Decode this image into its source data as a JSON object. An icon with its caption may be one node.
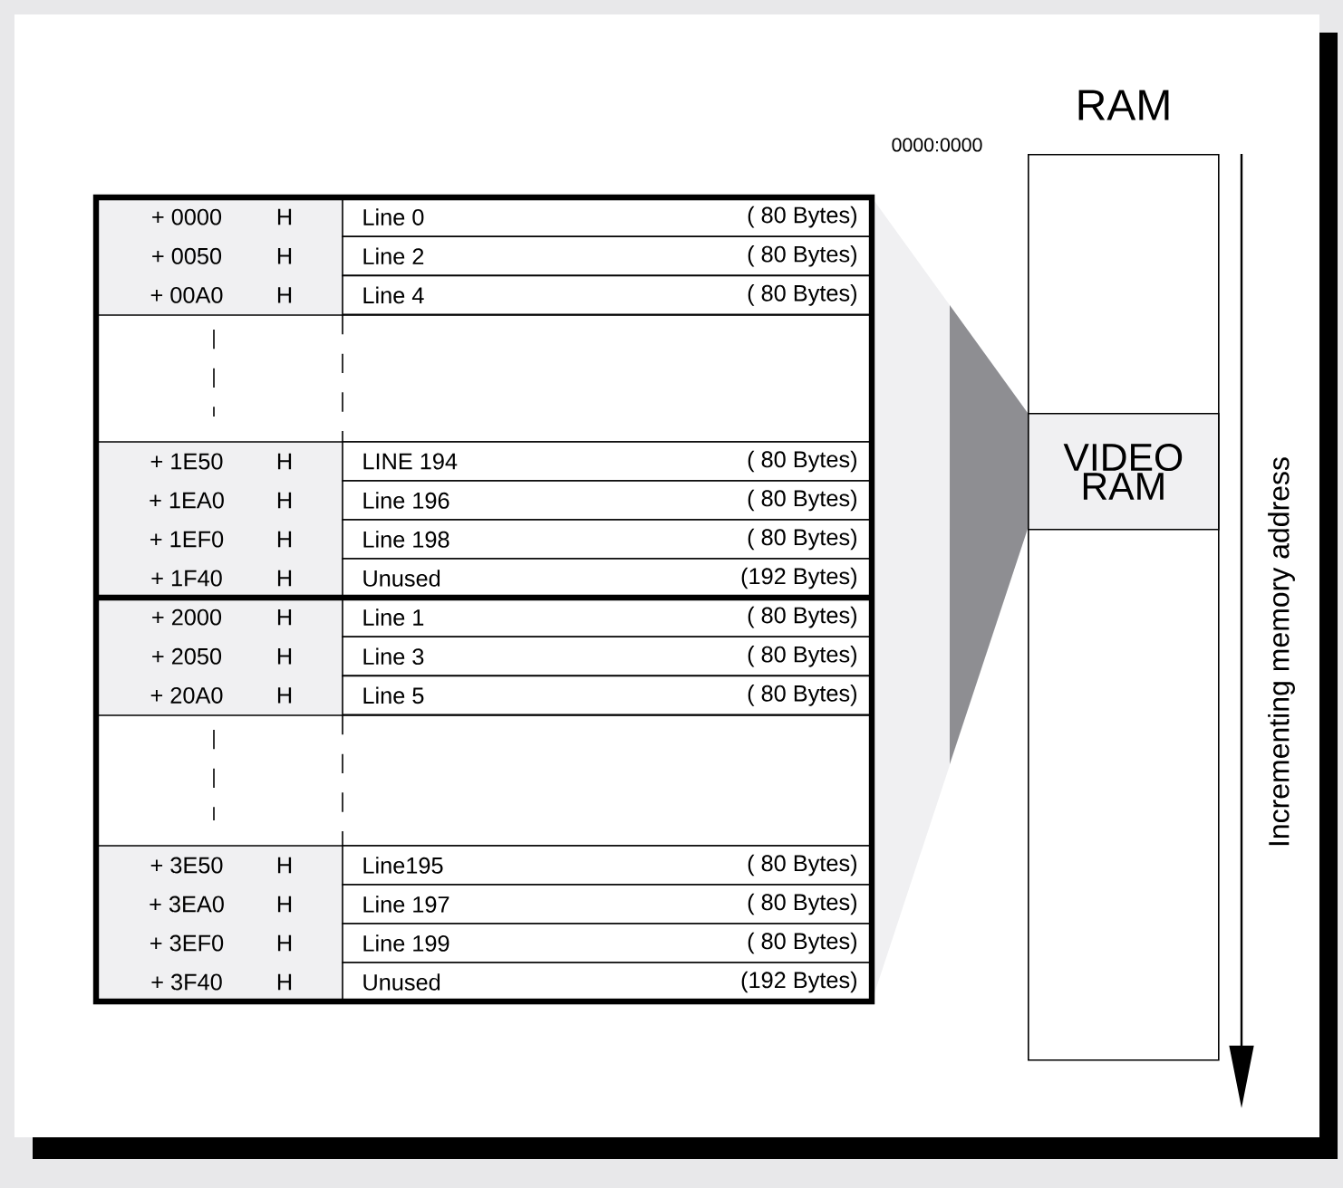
{
  "diagram": {
    "nodes": [
      {
        "text": [
          "RAM"
        ]
      },
      {
        "text": [
          "VIDEO RAM"
        ],
        "in": 0
      }
    ],
    "labels": [
      "0000:0000",
      "+ 0000",
      "H",
      "Line 0",
      "( 80 Bytes)",
      "+ 0050",
      "H",
      "Line 2",
      "( 80 Bytes)",
      "+ 00A0",
      "H",
      "Line 4",
      "( 80 Bytes)",
      "+ 1E50",
      "H",
      "LINE 194",
      "( 80 Bytes)",
      "+ 1EA0",
      "H",
      "Line 196",
      "( 80 Bytes)",
      "+ 1EF0",
      "H",
      "Line 198",
      "( 80 Bytes)",
      "+ 1F40",
      "H",
      "Unused",
      "(192 Bytes)",
      "+ 2000",
      "H",
      "Line 1",
      "( 80 Bytes)",
      "+ 2050",
      "H",
      "Line 3",
      "( 80 Bytes)",
      "+ 20A0",
      "H",
      "Line 5",
      "( 80 Bytes)",
      "+ 3E50",
      "H",
      "Line195",
      "( 80 Bytes)",
      "+ 3EA0",
      "H",
      "Line 197",
      "( 80 Bytes)",
      "+ 3EF0",
      "H",
      "Line 199",
      "( 80 Bytes)",
      "+ 3F40",
      "H",
      "Unused",
      "(192 Bytes)",
      "Incrementing memory address"
    ]
  }
}
